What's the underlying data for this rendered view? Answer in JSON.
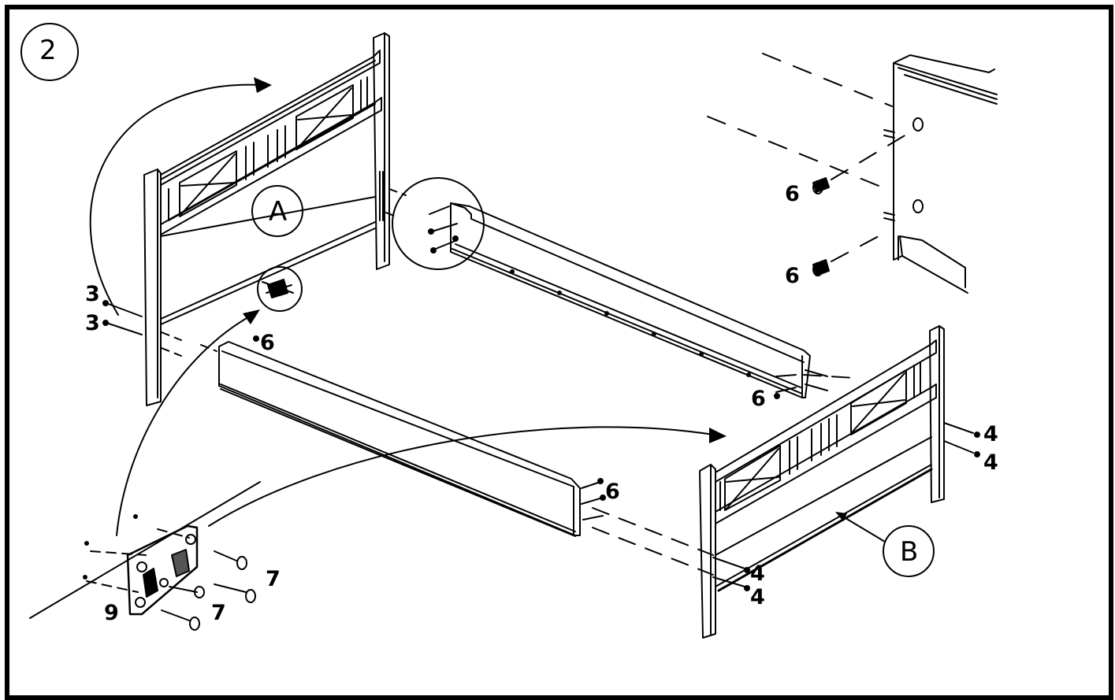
{
  "step": {
    "number": "2"
  },
  "parts": {
    "headboard": {
      "letter": "A"
    },
    "footboard": {
      "letter": "B"
    }
  },
  "fasteners": {
    "hb_bolt_1": "3",
    "hb_bolt_2": "3",
    "hb_rail_dowel": "6",
    "detail_dowel_1": "6",
    "detail_dowel_2": "6",
    "rail_end_dowel": "6",
    "front_rail_dowel": "6",
    "fb_right_bolt_1": "4",
    "fb_right_bolt_2": "4",
    "fb_left_bolt_1": "4",
    "fb_left_bolt_2": "4",
    "bracket_screws_1": "7",
    "bracket_screws_2": "7",
    "bracket": "9"
  }
}
